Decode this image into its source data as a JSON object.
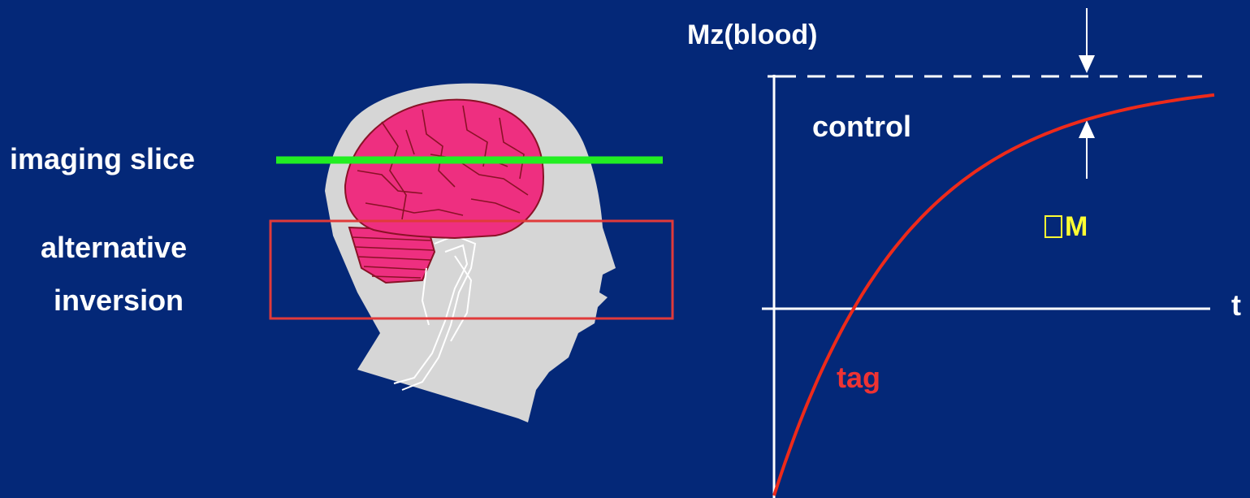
{
  "labels": {
    "imaging_slice": "imaging slice",
    "alternative": "alternative",
    "inversion": "inversion",
    "mz_axis": "Mz(blood)",
    "control": "control",
    "delta_m": "M",
    "t_axis": "t",
    "tag": "tag"
  },
  "colors": {
    "background": "#042878",
    "slice_line": "#22ee22",
    "inversion_box": "#e03a3a",
    "curve": "#ee2a1a",
    "tag_text": "#ee3333",
    "delta_m_text": "#ffff33",
    "head": "#d6d6d6",
    "brain": "#ee2f80",
    "brain_edge": "#8a1226",
    "axes": "#ffffff"
  },
  "chart_data": {
    "type": "line",
    "x_axis_label": "t",
    "y_axis_label": "Mz(blood)",
    "series": [
      {
        "name": "control",
        "style": "dashed",
        "shape": "constant"
      },
      {
        "name": "tag",
        "style": "solid",
        "shape": "exponential-recovery"
      }
    ]
  }
}
